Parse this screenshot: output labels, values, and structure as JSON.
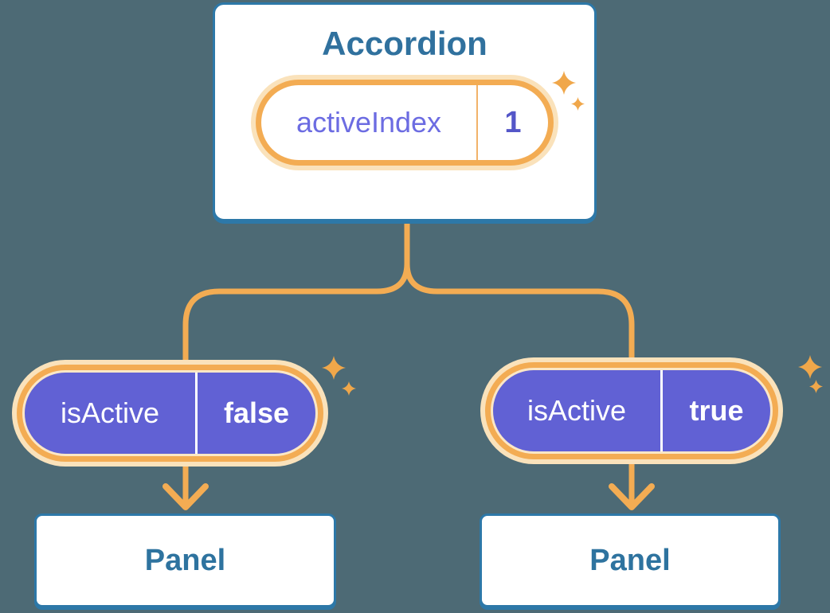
{
  "diagram": {
    "description": "Component tree: Accordion holds activeIndex state and passes isActive props to two Panel children",
    "colors": {
      "background": "#4D6A75",
      "accent_orange": "#F3AC53",
      "halo_orange": "#FAE2BB",
      "pill_purple": "#6161D4",
      "box_border_blue": "#2D78A8",
      "title_blue": "#30719E",
      "state_text_indigo": "#6C6CE2",
      "state_value_indigo": "#5456C8",
      "sparkle_orange": "#F0A74A"
    }
  },
  "root_component": {
    "title": "Accordion",
    "state": {
      "name": "activeIndex",
      "value": "1"
    }
  },
  "children": [
    {
      "prop": {
        "name": "isActive",
        "value": "false"
      },
      "panel_label": "Panel"
    },
    {
      "prop": {
        "name": "isActive",
        "value": "true"
      },
      "panel_label": "Panel"
    }
  ]
}
